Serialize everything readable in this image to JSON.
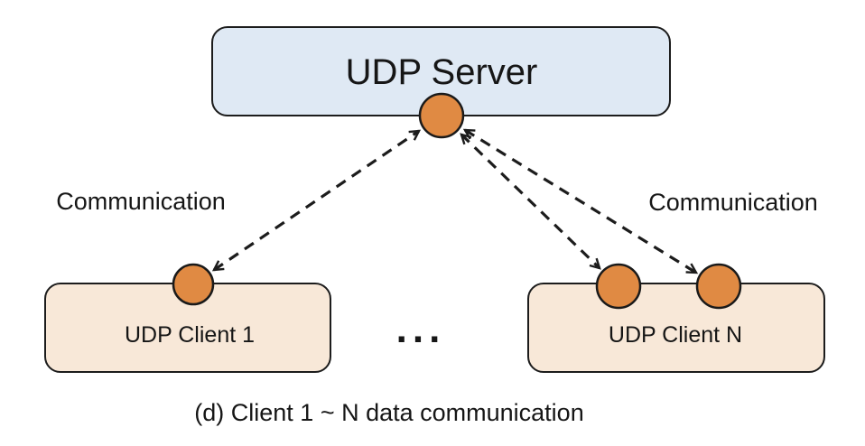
{
  "figure": {
    "caption": "(d) Client 1 ~ N data communication",
    "ellipsis": "..."
  },
  "nodes": {
    "server": {
      "label": "UDP Server"
    },
    "client_1": {
      "label": "UDP Client 1"
    },
    "client_n": {
      "label": "UDP Client N"
    }
  },
  "edges": {
    "left_label": "Communication",
    "right_label": "Communication"
  },
  "colors": {
    "server_fill": "#dfe9f4",
    "client_fill": "#f8e8d8",
    "port_fill": "#e08a43",
    "line": "#1c1c1c"
  }
}
